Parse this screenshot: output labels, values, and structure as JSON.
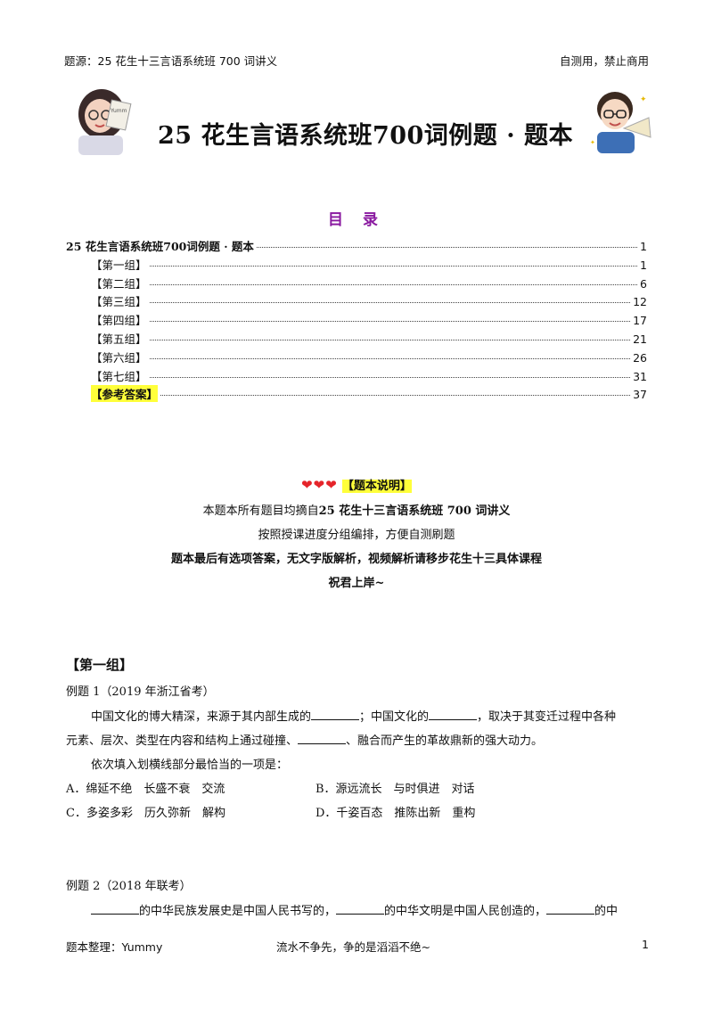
{
  "header": {
    "source": "题源：25 花生十三言语系统班 700 词讲义",
    "usage": "自测用，禁止商用"
  },
  "title": "25 花生言语系统班700词例题 · 题本",
  "toc": {
    "heading": "目 录",
    "entries": [
      {
        "label": "25 花生言语系统班700词例题 · 题本",
        "page": "1"
      },
      {
        "label": "【第一组】",
        "page": "1"
      },
      {
        "label": "【第二组】",
        "page": "6"
      },
      {
        "label": "【第三组】",
        "page": "12"
      },
      {
        "label": "【第四组】",
        "page": "17"
      },
      {
        "label": "【第五组】",
        "page": "21"
      },
      {
        "label": "【第六组】",
        "page": "26"
      },
      {
        "label": "【第七组】",
        "page": "31"
      },
      {
        "label": "【参考答案】",
        "page": "37"
      }
    ]
  },
  "notice": {
    "hearts": "❤❤❤",
    "heading": "【题本说明】",
    "line1_prefix": "本题本所有题目均摘自",
    "line1_bold": "25 花生十三言语系统班 700 词讲义",
    "line2": "按照授课进度分组编排，方便自测刷题",
    "line3": "题本最后有选项答案，无文字版解析，视频解析请移步花生十三具体课程",
    "line4": "祝君上岸~"
  },
  "section1": {
    "title": "【第一组】",
    "q1": {
      "label": "例题 1（2019 年浙江省考）",
      "line1_a": "中国文化的博大精深，来源于其内部生成的",
      "line1_b": "；中国文化的",
      "line1_c": "，取决于其变迁过程中各种",
      "line2_a": "元素、层次、类型在内容和结构上通过碰撞、",
      "line2_b": "、融合而产生的革故鼎新的强大动力。",
      "instruction": "依次填入划横线部分最恰当的一项是：",
      "options": {
        "A": "A．绵延不绝　长盛不衰　交流",
        "B": "B．源远流长　与时俱进　对话",
        "C": "C．多姿多彩　历久弥新　解构",
        "D": "D．千姿百态　推陈出新　重构"
      }
    },
    "q2": {
      "label": "例题 2（2018 年联考）",
      "seg1": "的中华民族发展史是中国人民书写的，",
      "seg2": "的中华文明是中国人民创造的，",
      "seg3": "的中"
    }
  },
  "footer": {
    "editor": "题本整理：Yummy",
    "motto": "流水不争先，争的是滔滔不绝~",
    "page": "1"
  }
}
